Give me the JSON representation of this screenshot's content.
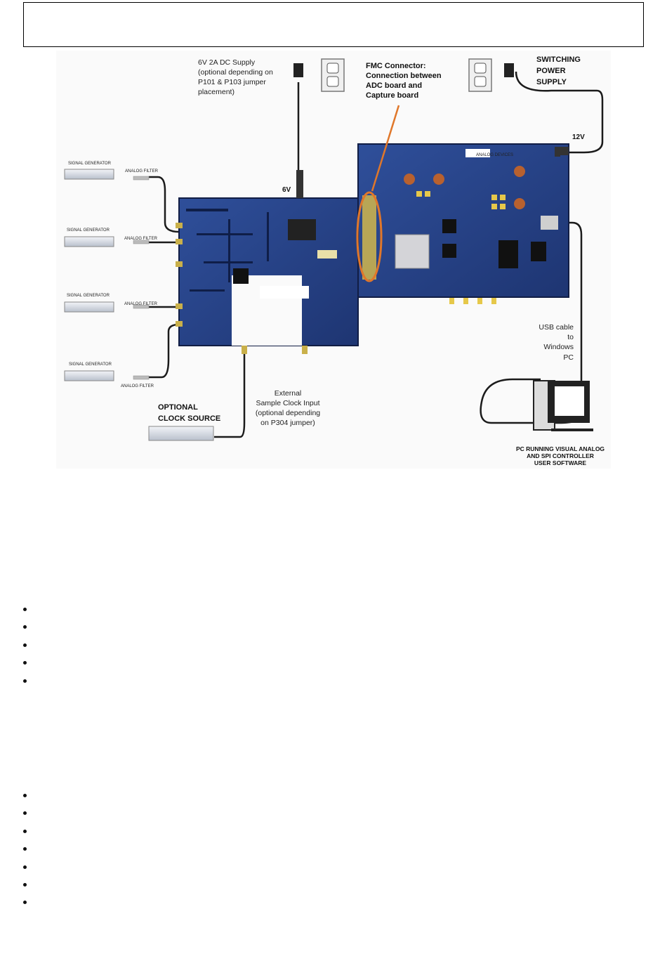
{
  "header_box": {
    "text": ""
  },
  "figure": {
    "supply_6v": [
      "6V 2A DC Supply",
      "(optional depending on",
      "P101 & P103 jumper",
      "placement)"
    ],
    "fmc": [
      "FMC Connector:",
      "Connection between",
      "ADC board and",
      "Capture board"
    ],
    "switching": [
      "SWITCHING",
      "POWER",
      "SUPPLY"
    ],
    "label_12v": "12V",
    "label_6v": "6V",
    "signal_generator": "SIGNAL GENERATOR",
    "analog_filter": "ANALOG FILTER",
    "usb": [
      "USB cable",
      "to",
      "Windows",
      "PC"
    ],
    "optional_clock": [
      "OPTIONAL",
      "CLOCK SOURCE"
    ],
    "external_clock": [
      "External",
      "Sample Clock Input",
      "(optional depending",
      "on P304 jumper)"
    ],
    "pc": [
      "PC RUNNING VISUAL ANALOG",
      "AND SPI CONTROLLER",
      "USER SOFTWARE"
    ],
    "analog_devices_logo": "ANALOG DEVICES"
  },
  "list1": [
    "",
    "",
    "",
    "",
    ""
  ],
  "list2": [
    "",
    "",
    "",
    "",
    "",
    "",
    ""
  ]
}
